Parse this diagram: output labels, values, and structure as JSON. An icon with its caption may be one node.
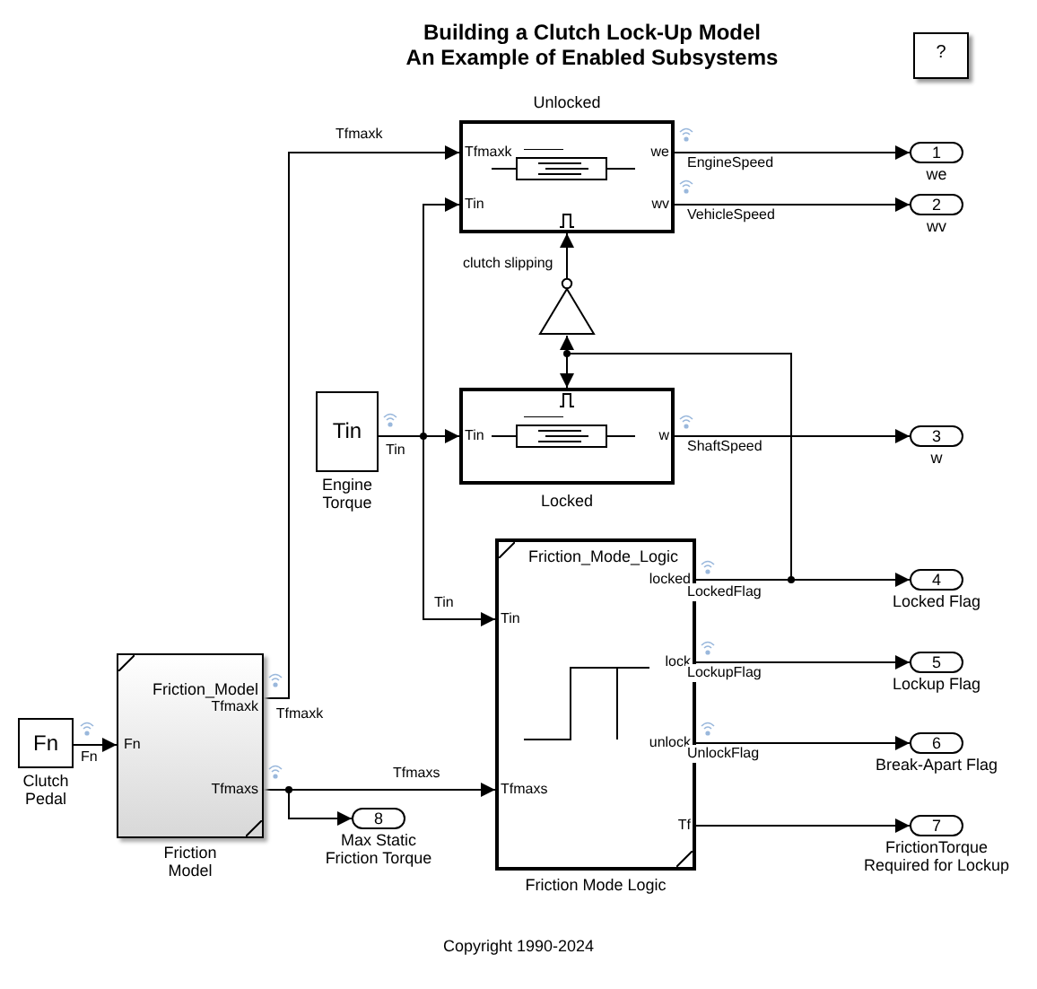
{
  "diagram": {
    "title": "Building a Clutch Lock-Up Model An Example of Enabled Subsystems",
    "nodes": [
      {
        "text": [
          "Unlocked",
          "Tfmaxk",
          "Tin",
          "we",
          "wv"
        ]
      },
      {
        "text": [
          "Tin",
          "w",
          "Locked"
        ]
      },
      {
        "text": [
          "Tin",
          "Engine Torque"
        ]
      },
      {
        "text": [
          "Friction_Mode_Logic",
          "locked",
          "Tin",
          "lock",
          "unlock",
          "Tfmaxs",
          "Tf",
          "Friction Mode Logic"
        ]
      },
      {
        "text": [
          "Friction_Model",
          "Tfmaxk",
          "Fn",
          "Tfmaxs",
          "Friction Model"
        ]
      },
      {
        "text": [
          "Fn",
          "Clutch Pedal"
        ]
      },
      {
        "text": [],
        "shape": "triangle"
      },
      {
        "text": [
          "1"
        ],
        "beside": [
          "we"
        ]
      },
      {
        "text": [
          "2"
        ],
        "beside": [
          "wv"
        ]
      },
      {
        "text": [
          "3"
        ],
        "beside": [
          "w"
        ]
      },
      {
        "text": [
          "4"
        ],
        "beside": [
          "Locked Flag"
        ]
      },
      {
        "text": [
          "5"
        ],
        "beside": [
          "Lockup Flag"
        ]
      },
      {
        "text": [
          "6"
        ],
        "beside": [
          "Break-Apart Flag"
        ]
      },
      {
        "text": [
          "7"
        ],
        "beside": [
          "FrictionTorque Required for Lockup"
        ]
      },
      {
        "text": [
          "8"
        ],
        "beside": [
          "Max Static Friction Torque"
        ]
      },
      {
        "text": [
          "?"
        ]
      }
    ],
    "edges": [
      {
        "from": 4,
        "to": 0,
        "arrow": "to",
        "label": "Tfmaxk"
      },
      {
        "from": 2,
        "to": 0,
        "arrow": "to",
        "label": "Tin"
      },
      {
        "from": 2,
        "to": 1,
        "arrow": "to"
      },
      {
        "from": 2,
        "to": 3,
        "arrow": "to",
        "label": "Tin"
      },
      {
        "from": 5,
        "to": 4,
        "arrow": "to",
        "label": "Fn"
      },
      {
        "from": 4,
        "to": 3,
        "arrow": "to",
        "label": "Tfmaxs"
      },
      {
        "from": 4,
        "to": 14,
        "arrow": "to"
      },
      {
        "from": 0,
        "to": 7,
        "arrow": "to",
        "label": "EngineSpeed"
      },
      {
        "from": 0,
        "to": 8,
        "arrow": "to",
        "label": "VehicleSpeed"
      },
      {
        "from": 1,
        "to": 9,
        "arrow": "to",
        "label": "ShaftSpeed"
      },
      {
        "from": 3,
        "to": 10,
        "arrow": "to",
        "label": "LockedFlag"
      },
      {
        "from": 3,
        "to": 1,
        "arrow": "to"
      },
      {
        "from": 3,
        "to": 6,
        "arrow": "to"
      },
      {
        "from": 6,
        "to": 0,
        "arrow": "to",
        "label": "clutch slipping"
      },
      {
        "from": 3,
        "to": 11,
        "arrow": "to",
        "label": "LockupFlag"
      },
      {
        "from": 3,
        "to": 12,
        "arrow": "to",
        "label": "UnlockFlag"
      },
      {
        "from": 3,
        "to": 13,
        "arrow": "to"
      }
    ],
    "labels": [
      "Tfmaxk",
      "Copyright 1990-2024"
    ]
  }
}
